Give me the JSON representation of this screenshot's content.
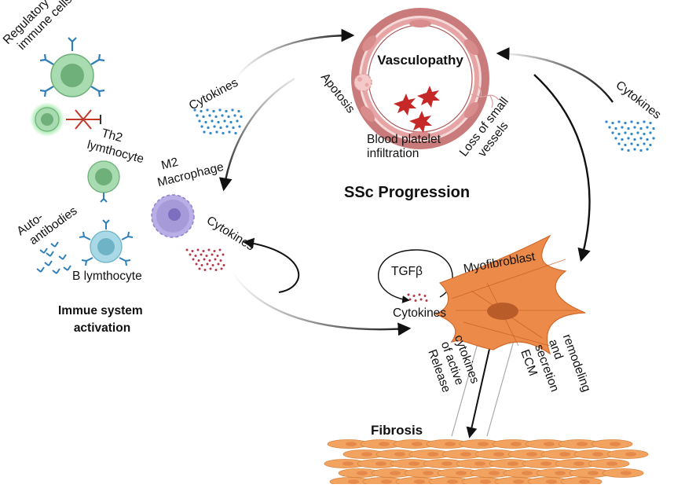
{
  "labels": {
    "regulatory_line1": "Regulatory",
    "regulatory_line2": "immune cells",
    "th2_line1": "Th2",
    "th2_line2": "lymthocyte",
    "m2_line1": "M2",
    "m2_line2": "Macrophage",
    "auto_line1": "Auto-",
    "auto_line2": "antibodies",
    "b_lymphocyte": "B lymthocyte",
    "immune_line1": "Immue system",
    "immune_line2": "activation",
    "cytokines_top_left": "Cytokines",
    "cytokines_top_right": "Cytokines",
    "cytokines_macrophage": "Cytokines",
    "cytokines_tgf": "Cytokines",
    "vasculopathy": "Vasculopathy",
    "apotosis": "Apotosis",
    "platelet_line1": "Blood platelet",
    "platelet_line2": "infiltration",
    "loss_line1": "Loss of small",
    "loss_line2": "vessels",
    "ssc_progression": "SSc Progression",
    "tgfb": "TGFβ",
    "myofibroblast": "Myofibroblast",
    "release_line1": "Release",
    "release_line2": "of active",
    "release_line3": "cytokines",
    "ecm_line1": "ECM",
    "ecm_line2": "secretion",
    "ecm_line3": "and",
    "ecm_line4": "remodeling",
    "fibrosis": "Fibrosis"
  },
  "colors": {
    "vessel_wall": "#c97b7b",
    "vessel_fill": "#e7a4a4",
    "platelet": "#c62828",
    "cytokine_blue": "#2f86c8",
    "cytokine_red": "#b23a48",
    "regulatory_cell": "#7ec48a",
    "macrophage": "#a79ad8",
    "b_cell": "#7fc3d6",
    "antibody": "#2e7fb8",
    "myofibroblast": "#ec8a4a",
    "fibrosis": "#f2a35f",
    "inhibit": "#c0392b"
  }
}
